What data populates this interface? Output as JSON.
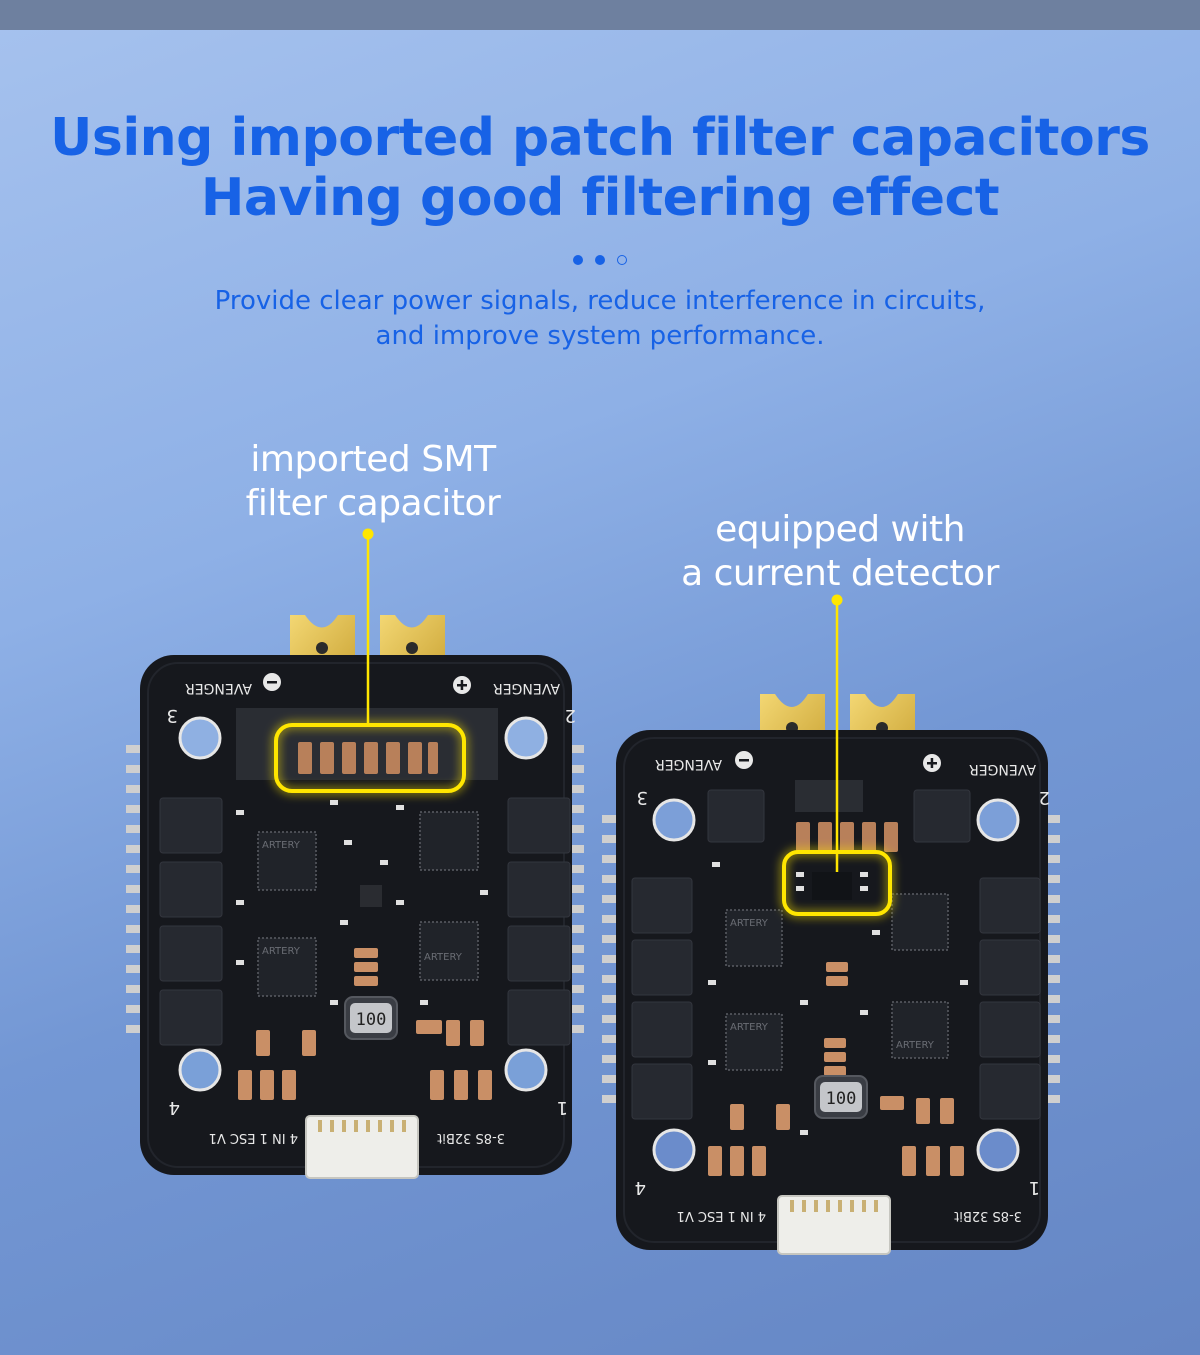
{
  "header": {
    "title_line1": "Using imported patch filter capacitors",
    "title_line2": "Having good filtering effect",
    "subtitle_line1": "Provide clear power signals, reduce interference in circuits,",
    "subtitle_line2": "and improve system performance."
  },
  "pagination": {
    "total": 3,
    "active": 2
  },
  "callouts": {
    "left_line1": "imported SMT",
    "left_line2": "filter capacitor",
    "right_line1": "equipped with",
    "right_line2": "a current detector"
  },
  "boards": {
    "brand": "AVENGER",
    "minus_symbol": "−",
    "plus_symbol": "+",
    "corner_1": "1",
    "corner_2": "2",
    "corner_3": "3",
    "corner_4": "4",
    "label_left": "4 IN 1 ESC V1",
    "label_right": "3-8S 32Bit",
    "inductor": "100",
    "chip_brand": "ARTERY"
  },
  "colors": {
    "title": "#1762e6",
    "highlight": "#ffe600",
    "pcb": "#16181d",
    "gold": "#e8c24a"
  }
}
